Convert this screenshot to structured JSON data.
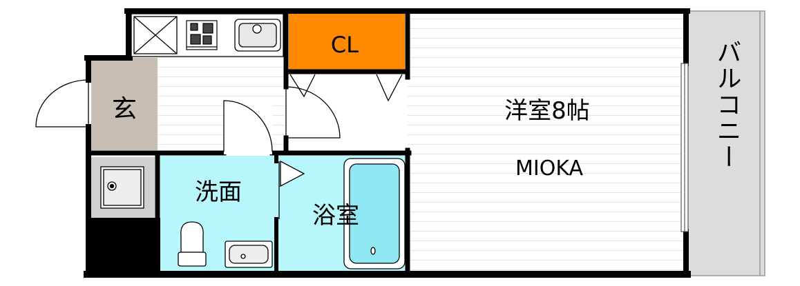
{
  "rooms": {
    "closet": "CL",
    "entrance": "玄",
    "washroom": "洗面",
    "bathroom": "浴室",
    "western_room": "洋室8帖",
    "balcony": "バルコニー"
  },
  "property_name": "MIOKA",
  "colors": {
    "wall": "#000000",
    "closet_fill": "#ff8a00",
    "wet_area_fill": "#b7f6fb",
    "bathtub_fill": "#8fe8f3",
    "entrance_fill": "#c8bfb4",
    "balcony_fill": "#dcdcdc",
    "washer_area_fill": "#d0d0d0"
  }
}
